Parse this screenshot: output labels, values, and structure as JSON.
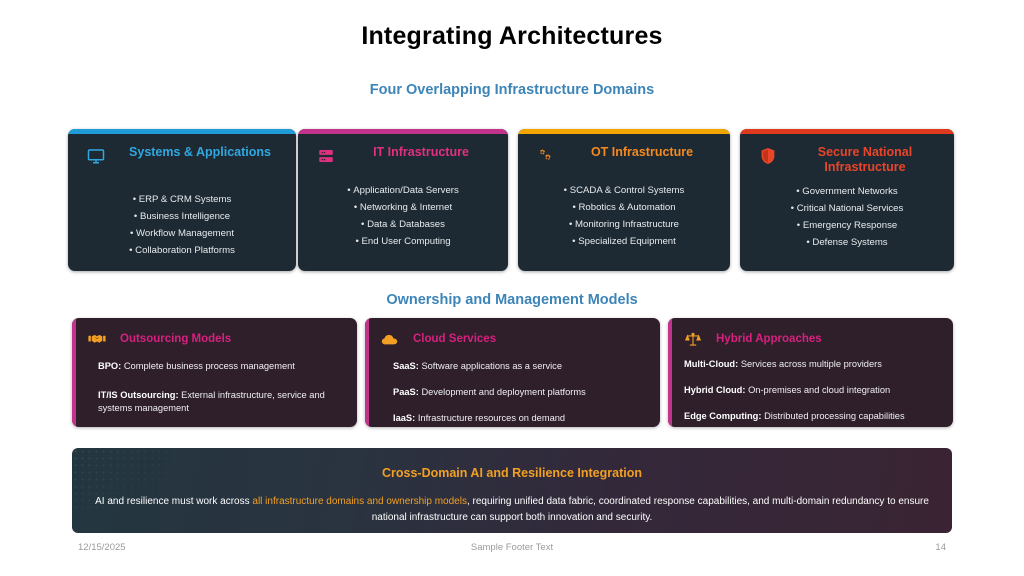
{
  "slide": {
    "title": "Integrating Architectures"
  },
  "domains_section": {
    "heading": "Four Overlapping Infrastructure Domains",
    "cards": [
      {
        "id": "systems",
        "title": "Systems & Applications",
        "icon": "monitor-icon",
        "accent": "#1f9bd8",
        "title_color": "#2fa8e0",
        "items": [
          "ERP & CRM Systems",
          "Business Intelligence",
          "Workflow Management",
          "Collaboration Platforms"
        ]
      },
      {
        "id": "it",
        "title": "IT Infrastructure",
        "icon": "server-rack-icon",
        "accent": "#c2348c",
        "title_color": "#e0307f",
        "items": [
          "Application/Data Servers",
          "Networking & Internet",
          "Data & Databases",
          "End User Computing"
        ]
      },
      {
        "id": "ot",
        "title": "OT Infrastructure",
        "icon": "gears-icon",
        "accent": "#f2a400",
        "title_color": "#f58a1f",
        "items": [
          "SCADA & Control Systems",
          "Robotics & Automation",
          "Monitoring Infrastructure",
          "Specialized Equipment"
        ]
      },
      {
        "id": "secure",
        "title": "Secure National Infrastructure",
        "icon": "shield-icon",
        "accent": "#e03a1e",
        "title_color": "#e8452a",
        "items": [
          "Government Networks",
          "Critical National Services",
          "Emergency Response",
          "Defense Systems"
        ]
      }
    ]
  },
  "ownership_section": {
    "heading": "Ownership and Management Models",
    "cards": [
      {
        "id": "outsourcing",
        "title": "Outsourcing Models",
        "icon": "handshake-icon",
        "accent": "#c2348c",
        "lines": [
          {
            "term": "BPO:",
            "desc": "Complete business process management"
          },
          {
            "term": "IT/IS Outsourcing:",
            "desc": "External infrastructure, service and systems management"
          }
        ]
      },
      {
        "id": "cloud",
        "title": "Cloud Services",
        "icon": "cloud-icon",
        "accent": "#c2348c",
        "lines": [
          {
            "term": "SaaS:",
            "desc": "Software applications as a service"
          },
          {
            "term": "PaaS:",
            "desc": "Development and deployment platforms"
          },
          {
            "term": "IaaS:",
            "desc": "Infrastructure resources on demand"
          }
        ]
      },
      {
        "id": "hybrid",
        "title": "Hybrid Approaches",
        "icon": "balance-scales-icon",
        "accent": "#c2348c",
        "lines": [
          {
            "term": "Multi-Cloud:",
            "desc": "Services across multiple providers"
          },
          {
            "term": "Hybrid Cloud:",
            "desc": "On-premises and cloud integration"
          },
          {
            "term": "Edge Computing:",
            "desc": "Distributed processing capabilities"
          }
        ]
      }
    ]
  },
  "banner": {
    "title": "Cross-Domain AI and Resilience Integration",
    "text_before": "AI and resilience must work across",
    "highlight": "all infrastructure domains and ownership models",
    "text_after": ", requiring unified data fabric, coordinated response capabilities, and multi-domain redundancy to ensure national infrastructure can support both innovation and security.",
    "title_color": "#f2a023"
  },
  "footer": {
    "date": "12/15/2025",
    "text": "Sample Footer Text",
    "page": "14"
  }
}
